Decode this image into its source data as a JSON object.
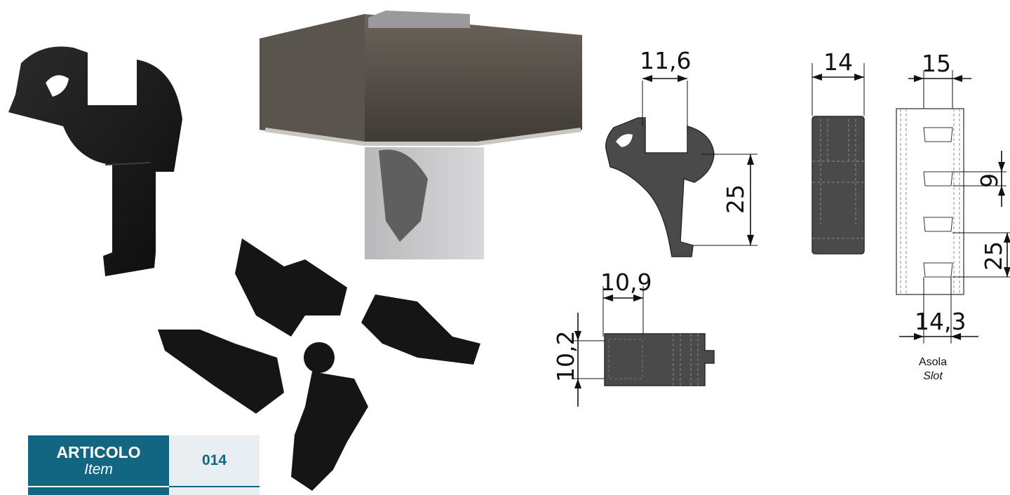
{
  "dimensions": {
    "clip_width": "11,6",
    "clip_height": "25",
    "clip_side_width": "14",
    "bottom_width": "10,9",
    "bottom_height": "10,2",
    "rail_top_width": "15",
    "rail_slot_pitch_small": "9",
    "rail_slot_pitch": "25",
    "rail_bottom_width": "14,3"
  },
  "slot_label": {
    "it": "Asola",
    "en": "Slot"
  },
  "table": {
    "header_it": "ARTICOLO",
    "header_en": "Item",
    "value": "014"
  },
  "colors": {
    "brand_blue": "#136682",
    "part_dark": "#4a4a4a"
  }
}
